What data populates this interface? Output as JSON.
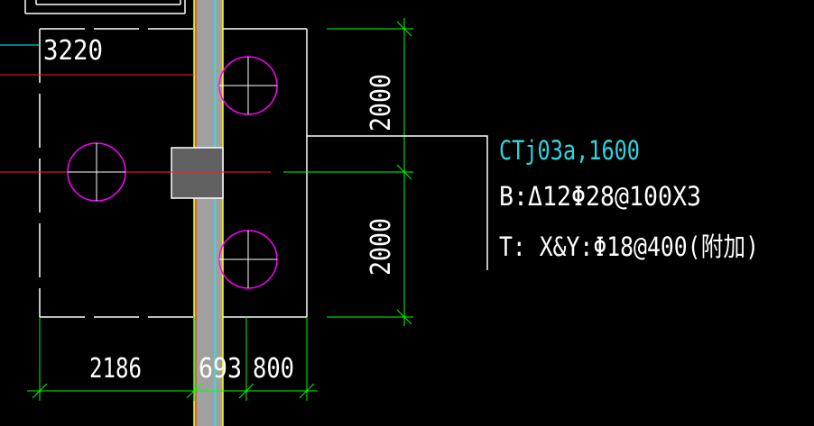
{
  "drawing": {
    "colors": {
      "background": "#000000",
      "pile_circle": "#ff00ff",
      "axis_line": "#ff2020",
      "dimension": "#00ff00",
      "outline": "#ffffff",
      "column": "#a0a0a0",
      "column_edge": "#ffff00",
      "label_title": "#2fd3e0"
    },
    "dimensions": {
      "top_left": "3220",
      "right_upper": "2000",
      "right_lower": "2000",
      "bottom_left": "2186",
      "bottom_mid": "693",
      "bottom_right": "800"
    },
    "annotation": {
      "title": "CTj03a,1600",
      "line_bottom": "B:Δ12Φ28@100X3",
      "line_top": "T:  X&Y:Φ18@400(附加)"
    },
    "pile_count": 3
  }
}
